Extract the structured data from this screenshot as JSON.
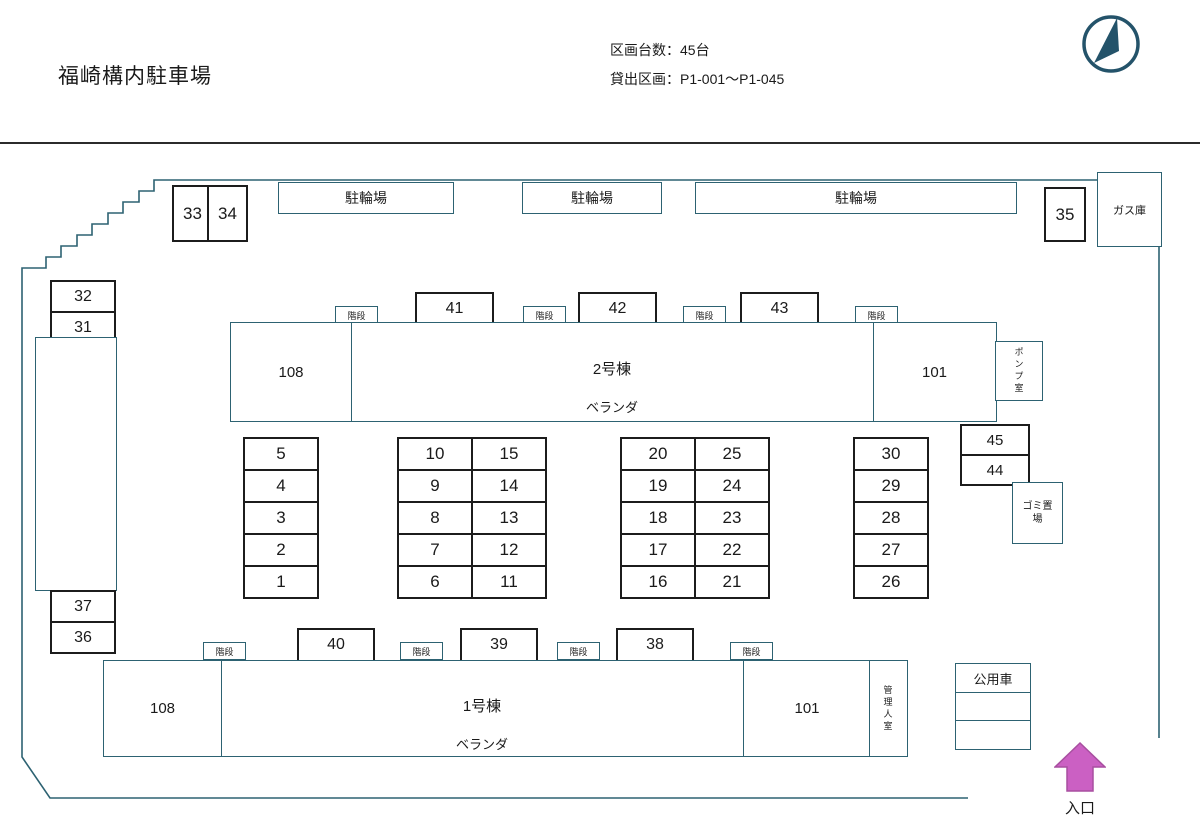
{
  "header": {
    "title": "福崎構内駐車場",
    "capacity": "区画台数：45台",
    "range": "貸出区画：P1-001～P1-045"
  },
  "facilities": {
    "bike_parking": "駐輪場",
    "stairs": "階段",
    "gas_storage": "ガス庫",
    "pump_room": "ポンプ室",
    "trash_area": "ゴミ置場",
    "manager_room": "管理人室",
    "official_car": "公用車",
    "entrance": "入口",
    "veranda": "ベランダ"
  },
  "buildings": {
    "building1": {
      "name": "1号棟",
      "left_unit": "108",
      "right_unit": "101"
    },
    "building2": {
      "name": "2号棟",
      "left_unit": "108",
      "right_unit": "101"
    }
  },
  "spaces": {
    "top": [
      "33",
      "34",
      "35"
    ],
    "left_upper": [
      "32",
      "31"
    ],
    "left_lower": [
      "37",
      "36"
    ],
    "row_upper": [
      "41",
      "42",
      "43"
    ],
    "row_lower": [
      "40",
      "39",
      "38"
    ],
    "right_mid": [
      "45",
      "44"
    ],
    "grid": {
      "colA": [
        "5",
        "4",
        "3",
        "2",
        "1"
      ],
      "colB_left": [
        "10",
        "9",
        "8",
        "7",
        "6"
      ],
      "colB_right": [
        "15",
        "14",
        "13",
        "12",
        "11"
      ],
      "colC_left": [
        "20",
        "19",
        "18",
        "17",
        "16"
      ],
      "colC_right": [
        "25",
        "24",
        "23",
        "22",
        "21"
      ],
      "colD": [
        "30",
        "29",
        "28",
        "27",
        "26"
      ]
    }
  },
  "colors": {
    "outline_teal": "#2d6272",
    "box_border_black": "#1c1c1c",
    "entrance_arrow": "#cb60c3",
    "compass": "#24536a"
  }
}
